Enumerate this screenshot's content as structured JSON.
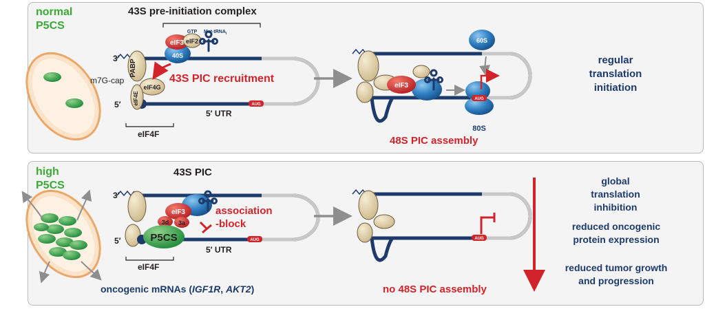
{
  "colors": {
    "green": "#3aaa35",
    "navy": "#1d3a6b",
    "red": "#d2232a",
    "beige": "#e8d9b5",
    "panel_bg": "#f4f4f4"
  },
  "top_panel": {
    "condition": [
      "normal",
      "P5CS"
    ],
    "complex_title": "43S pre-initiation complex",
    "factors": {
      "eif3": "eIF3",
      "eif2": "eIF2",
      "gtp": "GTP",
      "met_trna": "Met-tRNA",
      "met_trna_sub": "i",
      "ribosome_40s": "40S"
    },
    "cap_labels": {
      "pabp": "PABP",
      "m7g_cap": "m7G-cap",
      "eif4g": "eIF4G",
      "eif4e": "eIF4E",
      "eif4f": "eIF4F"
    },
    "three_prime": "3′",
    "five_prime": "5′",
    "utr": "5′ UTR",
    "aug": "AUG",
    "recruitment": "43S PIC recruitment",
    "assembly_eif3": "eIF3",
    "ribosome_60s": "60S",
    "ribosome_80s": "80S",
    "assembly": "48S PIC assembly",
    "outcome": [
      "regular",
      "translation",
      "initiation"
    ]
  },
  "bottom_panel": {
    "condition": [
      "high",
      "P5CS"
    ],
    "complex_title": "43S PIC",
    "factors": {
      "eif3": "eIF3",
      "sub_3d": "3d",
      "sub_3a": "3a",
      "p5cs": "P5CS"
    },
    "three_prime": "3′",
    "five_prime": "5′",
    "utr": "5′ UTR",
    "aug": "AUG",
    "eif4f": "eIF4F",
    "block": [
      "association",
      "-block"
    ],
    "mrna_prefix": "oncogenic mRNAs (",
    "mrna_gene1": "IGF1R",
    "mrna_sep": ", ",
    "mrna_gene2": "AKT2",
    "mrna_suffix": ")",
    "no_assembly": "no 48S PIC assembly",
    "outcome_1": [
      "global",
      "translation",
      "inhibition"
    ],
    "outcome_2": [
      "reduced oncogenic",
      "protein expression"
    ],
    "outcome_3": [
      "reduced tumor growth",
      "and progression"
    ]
  }
}
